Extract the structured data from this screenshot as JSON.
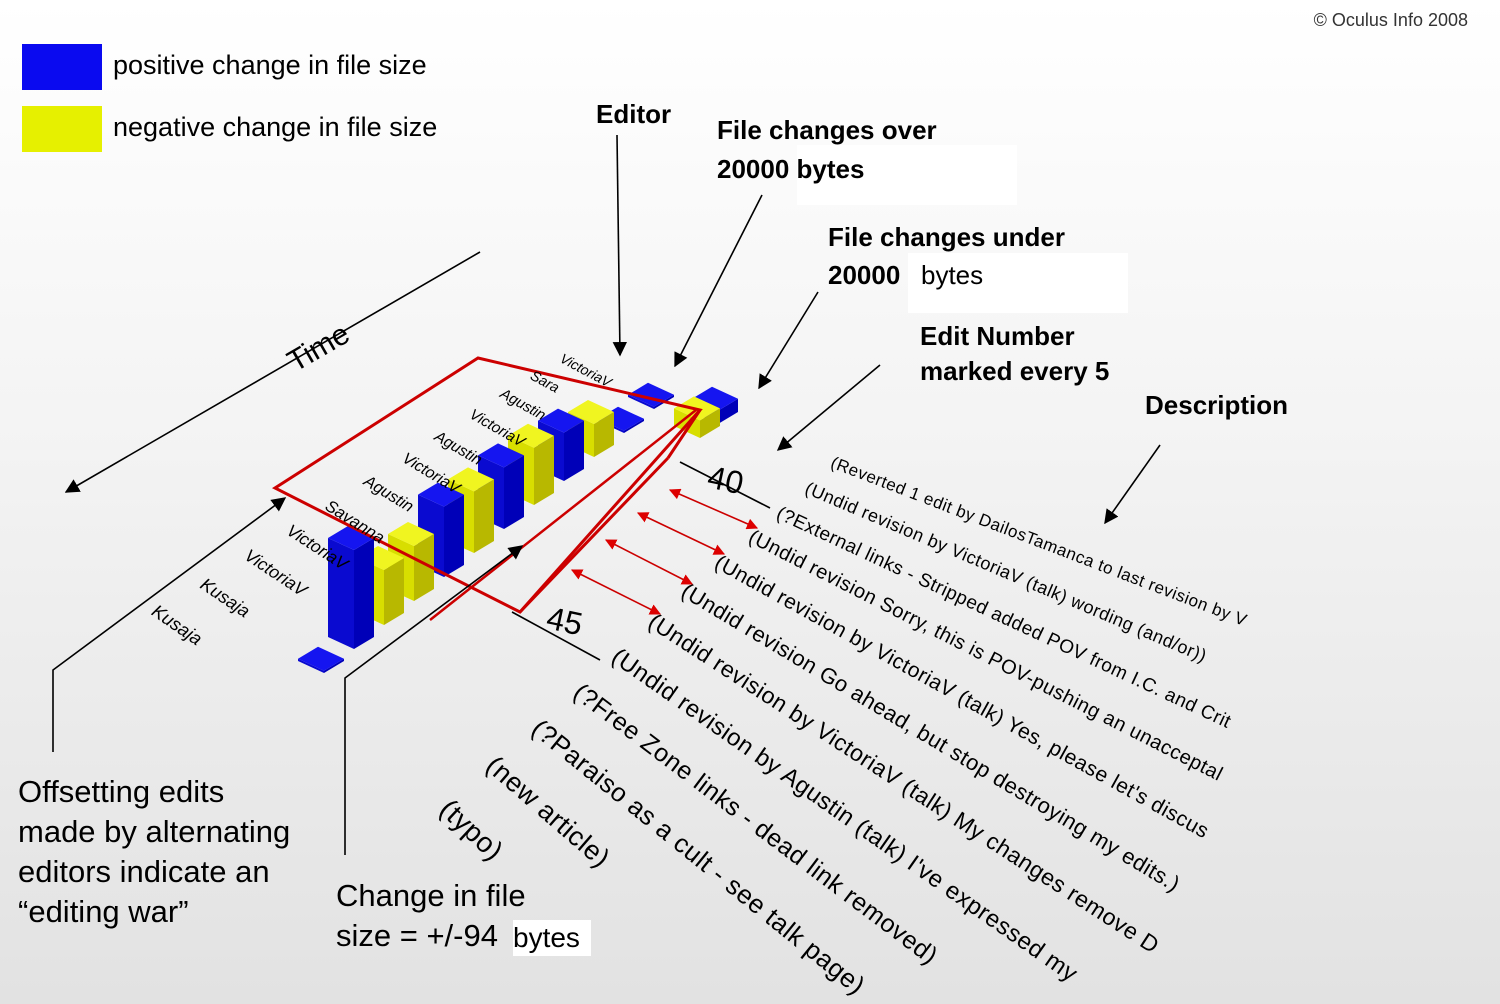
{
  "copyright": "© Oculus Info 2008",
  "legend": [
    {
      "label": "positive change in file size",
      "color": "#0a0af0"
    },
    {
      "label": "negative change in file size",
      "color": "#e6f000"
    }
  ],
  "annotations": {
    "editor": "Editor",
    "over_line1": "File changes over",
    "over_line2": "20000 bytes",
    "under_line1": "File changes under",
    "under_line2a": "20000",
    "under_line2b": "bytes",
    "edit_number_line1": "Edit Number",
    "edit_number_line2": "marked every 5",
    "description": "Description",
    "time": "Time",
    "offsetting": [
      "Offsetting edits",
      "made by alternating",
      "editors indicate an",
      "“editing war”"
    ],
    "change_line1": "Change in file",
    "change_line2a": "size = +/-94",
    "change_line2b": "bytes"
  },
  "edit_markers": [
    "40",
    "45"
  ],
  "editors": [
    "VictoriaV",
    "Sara",
    "Agustin",
    "VictoriaV",
    "Agustin",
    "VictoriaV",
    "Agustin",
    "Savanna",
    "VictoriaV",
    "VictoriaV",
    "Kusaja",
    "Kusaja"
  ],
  "descriptions": [
    "(Reverted 1 edit by DailosTamanca to last revision by V",
    "(Undid revision by VictoriaV (talk) wording (and/or))",
    "(?External links - Stripped added POV from I.C. and Crit",
    "(Undid revision Sorry, this is POV-pushing an unacceptal",
    "(Undid revision by VictoriaV (talk) Yes, please let's discus",
    "(Undid revision Go ahead, but stop destroying my edits.)",
    "(Undid revision by VictoriaV (talk) My changes remove D",
    "(Undid revision by Agustin (talk) I've expressed my",
    "(?Free Zone links - dead link removed)",
    "(?Paraiso as a cult - see talk page)",
    "(new  article)",
    "(typo)"
  ],
  "bars": [
    {
      "sign": 1,
      "magnitude": 0.1,
      "large": false
    },
    {
      "sign": 1,
      "magnitude": 0.1,
      "large": false
    },
    {
      "sign": -1,
      "magnitude": 1.5,
      "large": false
    },
    {
      "sign": 1,
      "magnitude": 2.2,
      "large": false
    },
    {
      "sign": -1,
      "magnitude": 2.6,
      "large": false
    },
    {
      "sign": 1,
      "magnitude": 2.8,
      "large": false
    },
    {
      "sign": -1,
      "magnitude": 2.8,
      "large": false
    },
    {
      "sign": 1,
      "magnitude": 3.2,
      "large": false
    },
    {
      "sign": -1,
      "magnitude": 2.5,
      "large": false
    },
    {
      "sign": -1,
      "magnitude": 2.5,
      "large": false
    },
    {
      "sign": 1,
      "magnitude": 4.5,
      "large": false
    },
    {
      "sign": 1,
      "magnitude": 0.1,
      "large": false
    }
  ],
  "large_bars": [
    {
      "sign": 1,
      "magnitude": 0.6
    },
    {
      "sign": -1,
      "magnitude": 0.8
    }
  ]
}
